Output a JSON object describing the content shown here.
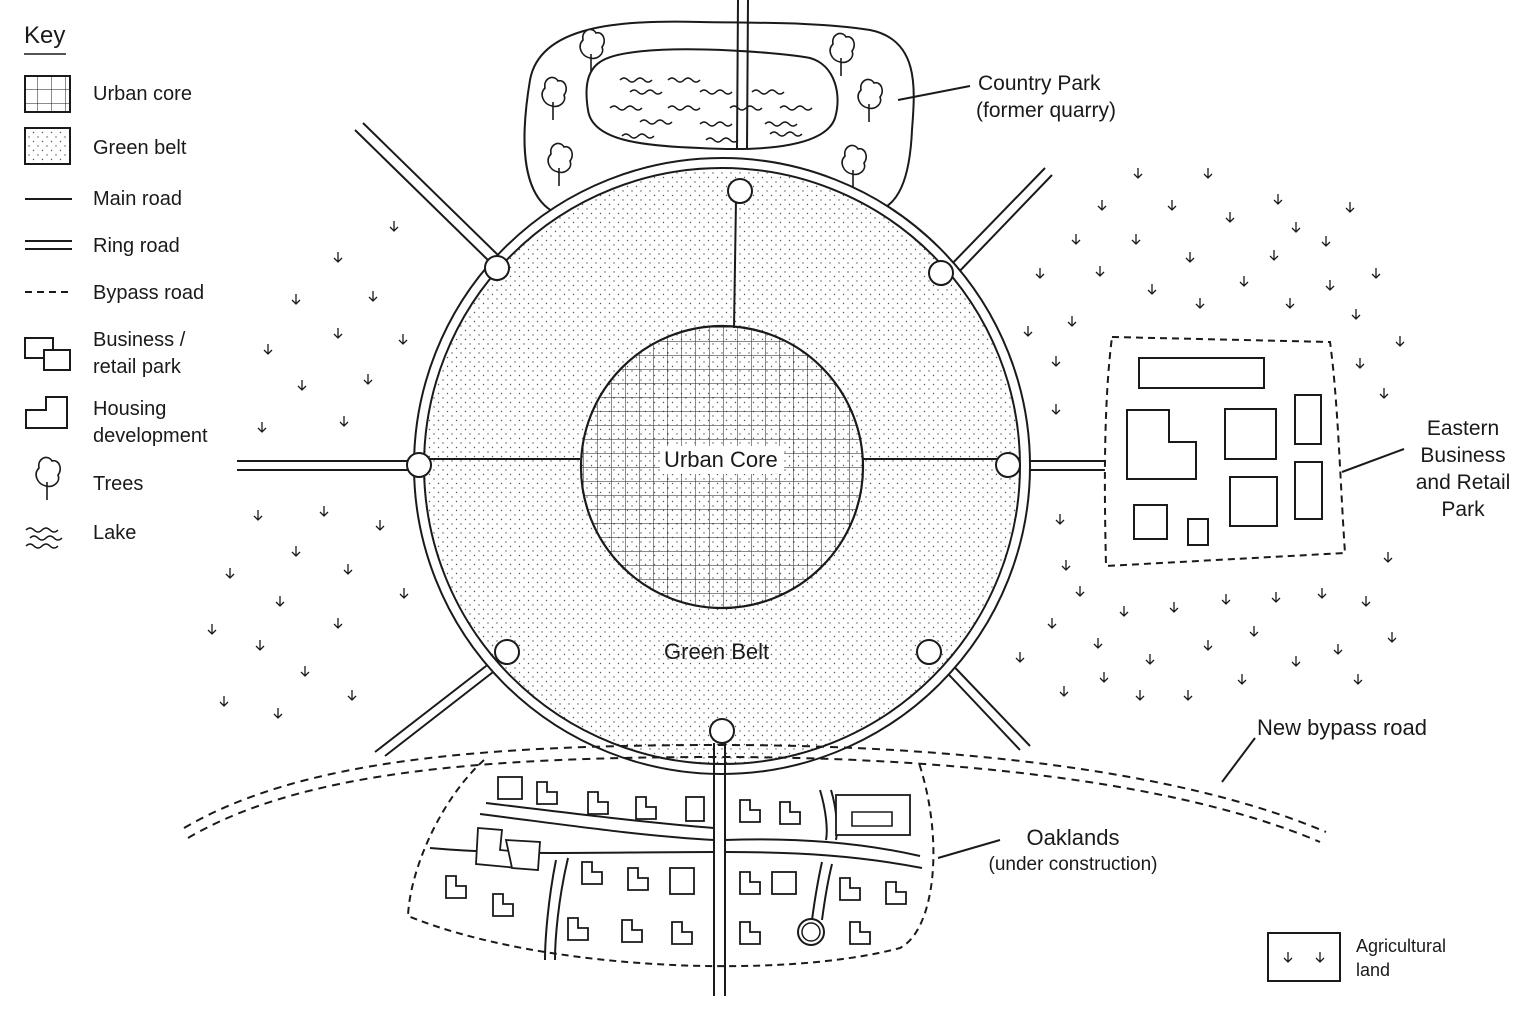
{
  "key": {
    "title": "Key",
    "items": [
      {
        "id": "urban-core",
        "label": "Urban core"
      },
      {
        "id": "green-belt",
        "label": "Green belt"
      },
      {
        "id": "main-road",
        "label": "Main road"
      },
      {
        "id": "ring-road",
        "label": "Ring road"
      },
      {
        "id": "bypass-road",
        "label": "Bypass road"
      },
      {
        "id": "business-park",
        "label_line1": "Business /",
        "label_line2": "retail park"
      },
      {
        "id": "housing",
        "label_line1": "Housing",
        "label_line2": "development"
      },
      {
        "id": "trees",
        "label": "Trees"
      },
      {
        "id": "lake",
        "label": "Lake"
      }
    ]
  },
  "map": {
    "urban_core_label": "Urban Core",
    "green_belt_label": "Green Belt",
    "country_park": {
      "line1": "Country Park",
      "line2": "(former quarry)"
    },
    "business_park": {
      "line1": "Eastern",
      "line2": "Business",
      "line3": "and Retail",
      "line4": "Park"
    },
    "bypass_label": "New bypass road",
    "oaklands": {
      "line1": "Oaklands",
      "line2": "(under construction)"
    },
    "agri_legend": {
      "line1": "Agricultural",
      "line2": "land"
    }
  },
  "colors": {
    "ink": "#1a1a1a",
    "background": "#ffffff"
  }
}
